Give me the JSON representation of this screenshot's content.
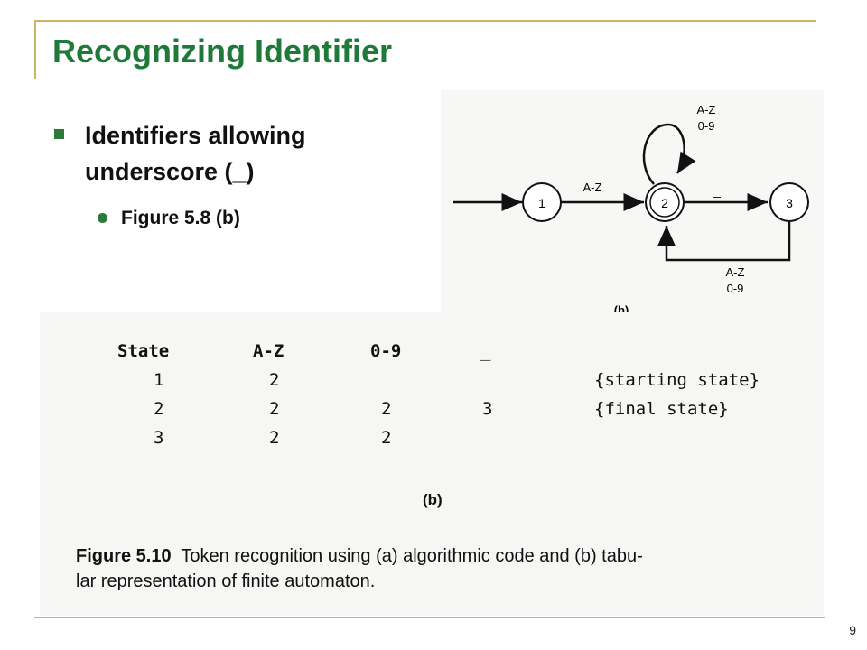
{
  "title": "Recognizing Identifier",
  "bullets": {
    "level1": "Identifiers allowing underscore (_)",
    "level2": "Figure 5.8 (b)"
  },
  "diagram": {
    "states": [
      "1",
      "2",
      "3"
    ],
    "edge_1_2": "A-Z",
    "edge_2_3": "_",
    "loop_2_line1": "A-Z",
    "loop_2_line2": "0-9",
    "back_3_2_line1": "A-Z",
    "back_3_2_line2": "0-9",
    "label": "(b)"
  },
  "table": {
    "headers": [
      "State",
      "A-Z",
      "0-9",
      "_"
    ],
    "rows": [
      {
        "state": "1",
        "az": "2",
        "digits": "",
        "underscore": "",
        "note": "{starting state}"
      },
      {
        "state": "2",
        "az": "2",
        "digits": "2",
        "underscore": "3",
        "note": "{final state}"
      },
      {
        "state": "3",
        "az": "2",
        "digits": "2",
        "underscore": "",
        "note": ""
      }
    ],
    "label": "(b)"
  },
  "caption": {
    "number": "Figure 5.10",
    "line1": "Token recognition using (a) algorithmic code and (b) tabu-",
    "line2": "lar representation of finite automaton."
  },
  "page_number": "9",
  "colors": {
    "title": "#1f7a3a",
    "bullet": "#2b7a3a",
    "frame": "#c8b46a"
  }
}
